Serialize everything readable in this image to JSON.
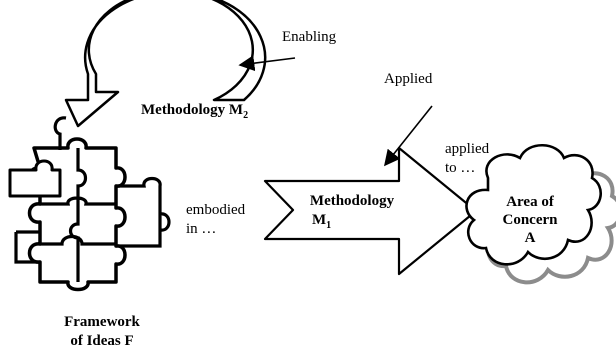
{
  "labels": {
    "enabling": "Enabling",
    "applied": "Applied",
    "applied_to_1": "applied",
    "applied_to_2": "to …",
    "embodied_1": "embodied",
    "embodied_2": "in …",
    "methodology_m2": "Methodology M",
    "m2_sub": "2",
    "methodology_m1_1": "Methodology",
    "methodology_m1_2": "M",
    "m1_sub": "1",
    "area_1": "Area of",
    "area_2": "Concern",
    "area_3": "A",
    "framework_1": "Framework",
    "framework_2": "of Ideas F"
  },
  "colors": {
    "stroke": "#000000",
    "cloud_shadow": "#8c8c8c",
    "background": "#ffffff"
  }
}
